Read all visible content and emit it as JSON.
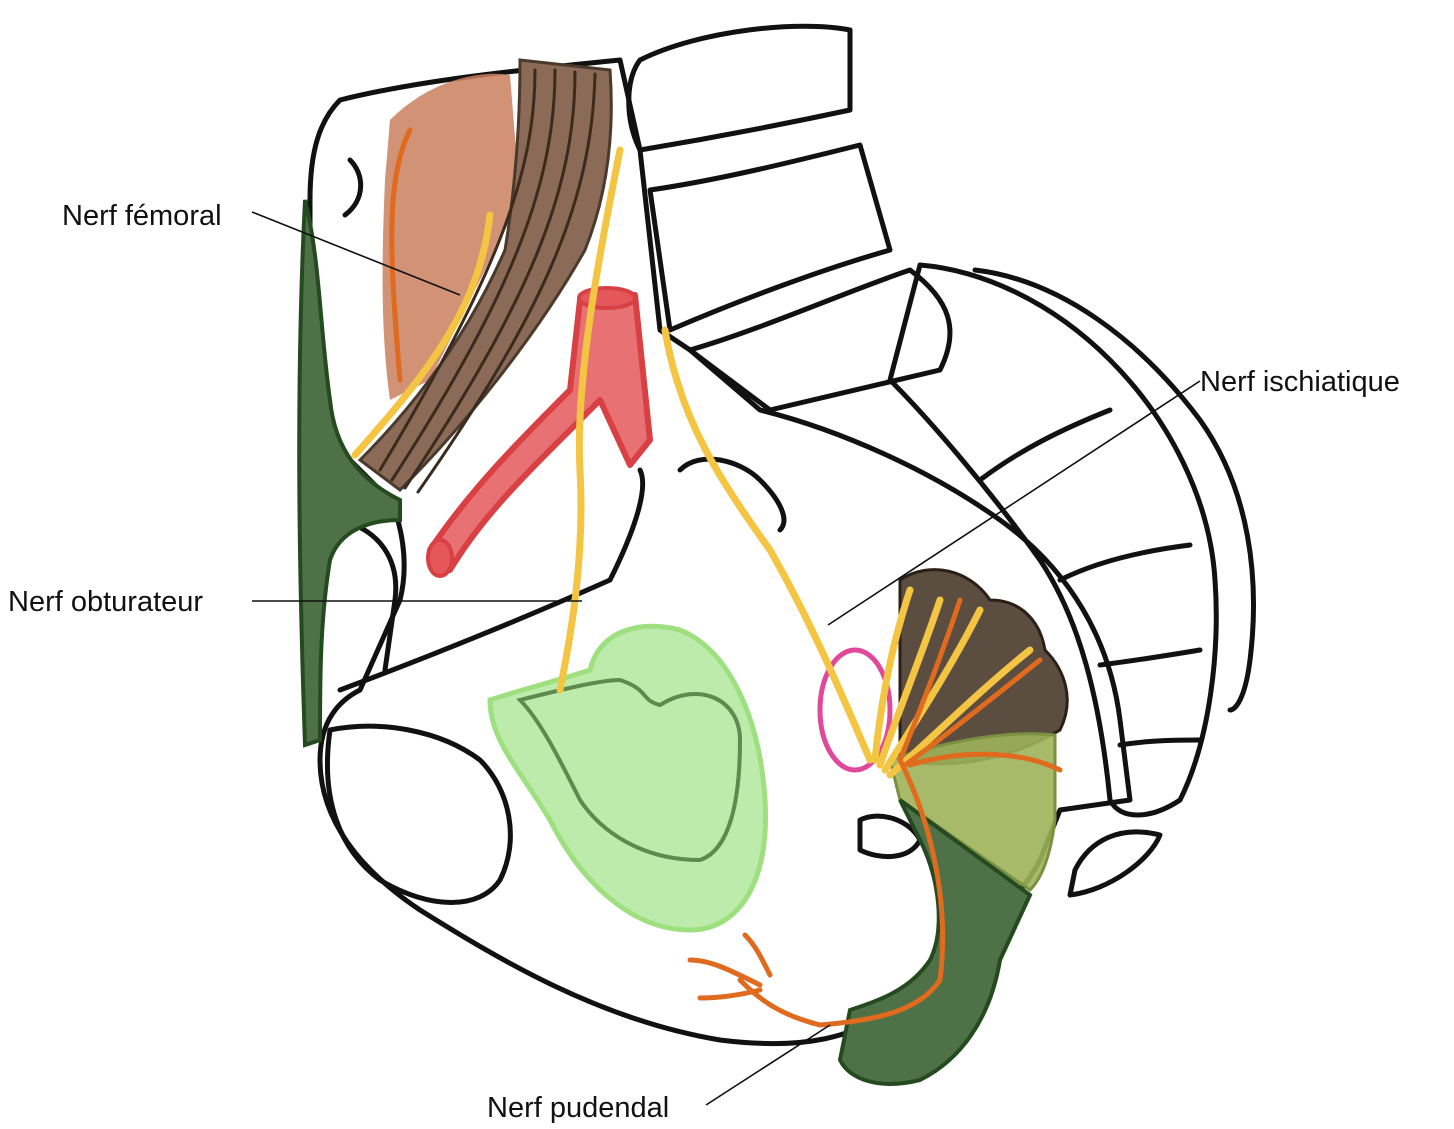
{
  "labels": {
    "femoral": "Nerf fémoral",
    "obturator": "Nerf obturateur",
    "sciatic": "Nerf ischiatique",
    "pudendal": "Nerf pudendal"
  },
  "colors": {
    "bone": "#d9d8d2",
    "psoas": "#8b6a58",
    "iliacus": "#c97f5e",
    "artery": "#e4585b",
    "nerve": "#f4c542",
    "nerve_branch": "#e06a1d",
    "ligament": "#4e7148",
    "obturator_membrane": "#b2e89c",
    "piriformis": "#4a3a2c",
    "coccygeus": "#9db25a",
    "vulva_pink": "#e0489a"
  }
}
